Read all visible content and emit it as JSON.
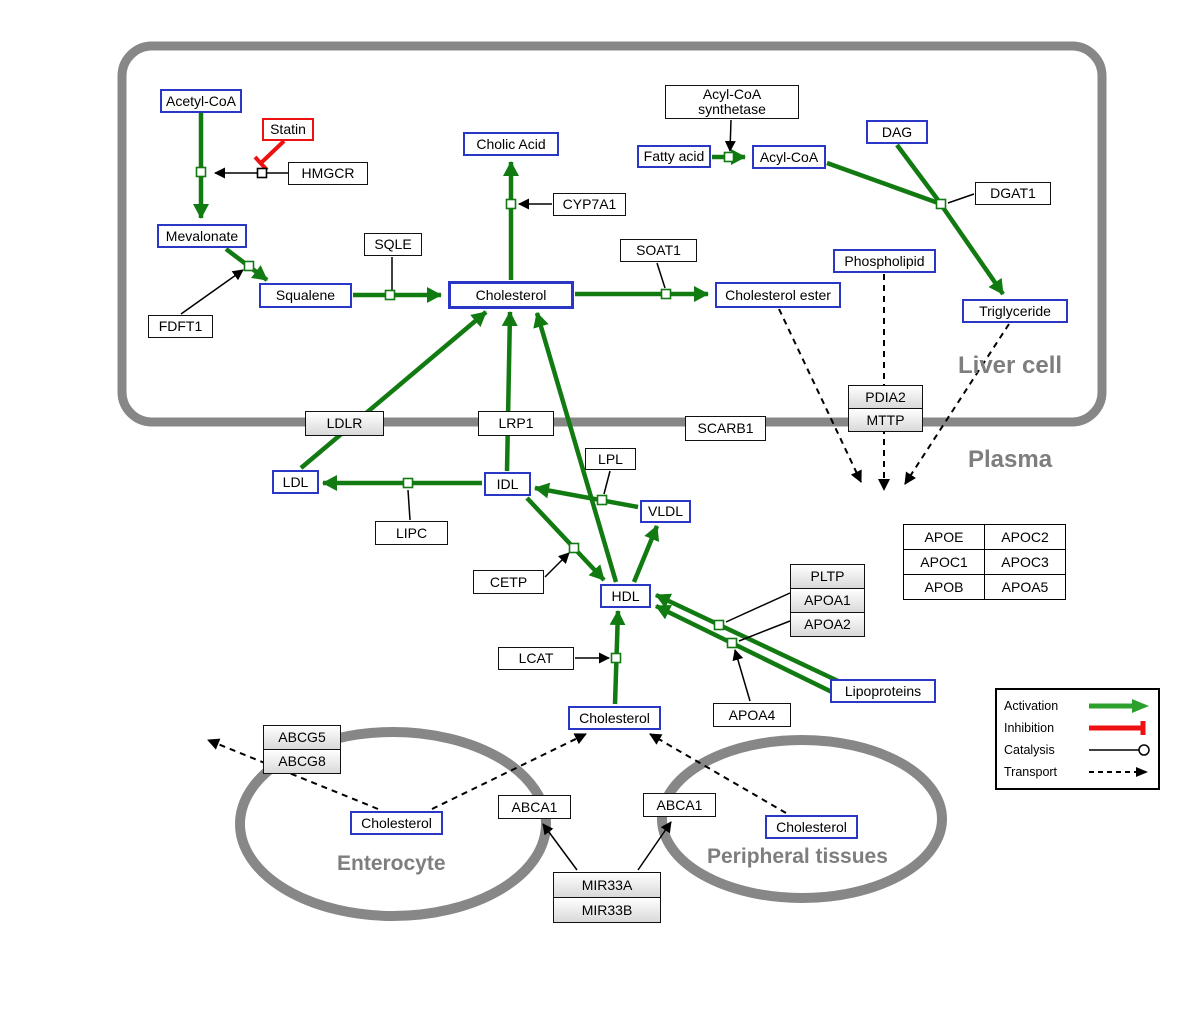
{
  "compartments": {
    "liver": "Liver cell",
    "plasma": "Plasma",
    "enterocyte": "Enterocyte",
    "peripheral": "Peripheral tissues"
  },
  "colors": {
    "activation": "#117a11",
    "inhibition": "#ee1111",
    "metabolite_border": "#2936c6",
    "membrane_gray": "#878787"
  },
  "nodes": {
    "acetyl_coa": "Acetyl-CoA",
    "statin": "Statin",
    "hmgcr": "HMGCR",
    "mevalonate": "Mevalonate",
    "fdft1": "FDFT1",
    "squalene": "Squalene",
    "sqle": "SQLE",
    "cholesterol_liver": "Cholesterol",
    "cholic_acid": "Cholic Acid",
    "cyp7a1": "CYP7A1",
    "soat1": "SOAT1",
    "cholesterol_ester": "Cholesterol ester",
    "acyl_coa_synthetase": {
      "line1": "Acyl-CoA",
      "line2": "synthetase"
    },
    "fatty_acid": "Fatty acid",
    "acyl_coa": "Acyl-CoA",
    "dag": "DAG",
    "dgat1": "DGAT1",
    "phospholipid": "Phospholipid",
    "triglyceride": "Triglyceride",
    "pdia2": "PDIA2",
    "mttp": "MTTP",
    "ldlr": "LDLR",
    "lrp1": "LRP1",
    "scarb1": "SCARB1",
    "ldl": "LDL",
    "idl": "IDL",
    "lipc": "LIPC",
    "lpl": "LPL",
    "vldl": "VLDL",
    "cetp": "CETP",
    "hdl": "HDL",
    "pltp": "PLTP",
    "apoa1": "APOA1",
    "apoa2": "APOA2",
    "apoa4": "APOA4",
    "lcat": "LCAT",
    "lipoproteins": "Lipoproteins",
    "cholesterol_plasma": "Cholesterol",
    "abcg5": "ABCG5",
    "abcg8": "ABCG8",
    "cholesterol_enterocyte": "Cholesterol",
    "abca1_enterocyte": "ABCA1",
    "abca1_peripheral": "ABCA1",
    "cholesterol_peripheral": "Cholesterol",
    "mir33a": "MIR33A",
    "mir33b": "MIR33B"
  },
  "apo": {
    "rows": [
      [
        "APOE",
        "APOC2"
      ],
      [
        "APOC1",
        "APOC3"
      ],
      [
        "APOB",
        "APOA5"
      ]
    ]
  },
  "legend": {
    "items": [
      {
        "label": "Activation"
      },
      {
        "label": "Inhibition"
      },
      {
        "label": "Catalysis"
      },
      {
        "label": "Transport"
      }
    ]
  }
}
